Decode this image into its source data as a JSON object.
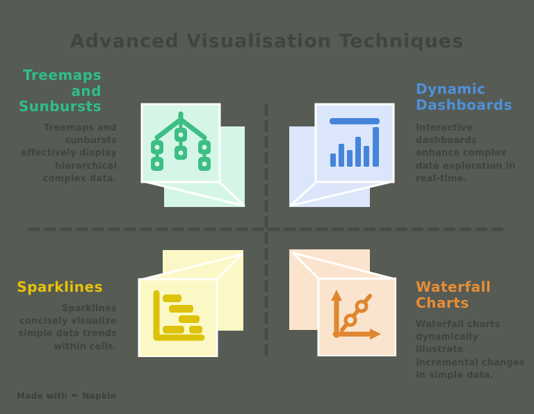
{
  "title": "Advanced Visualisation Techniques",
  "background_color": "#565B54",
  "text_color": "#3F443D",
  "divider_color": "#454A43",
  "sections": {
    "treemaps": {
      "heading": "Treemaps and Sunbursts",
      "body": "Treemaps and sunbursts effectively display hierarchical complex data.",
      "accent_color": "#2FBE8C",
      "card_color": "#D5F6E7",
      "icon": "tree-hierarchy-icon"
    },
    "dashboards": {
      "heading": "Dynamic Dashboards",
      "body": "Interactive dashboards enhance complex data exploration in real-time.",
      "accent_color": "#4F90DA",
      "card_color": "#DBE6FA",
      "icon": "bar-chart-icon"
    },
    "sparklines": {
      "heading": "Sparklines",
      "body": "Sparklines concisely visualize simple data trends within cells.",
      "accent_color": "#E6C30B",
      "card_color": "#FCF8C6",
      "icon": "gantt-bars-icon"
    },
    "waterfall": {
      "heading": "Waterfall Charts",
      "body": "Waterfall charts dynamically illustrate incremental changes in simple data.",
      "accent_color": "#E78E35",
      "card_color": "#FBE4CD",
      "icon": "trend-line-axes-icon"
    }
  },
  "footer": {
    "made_with_label": "Made with",
    "brand": "Napkin"
  }
}
